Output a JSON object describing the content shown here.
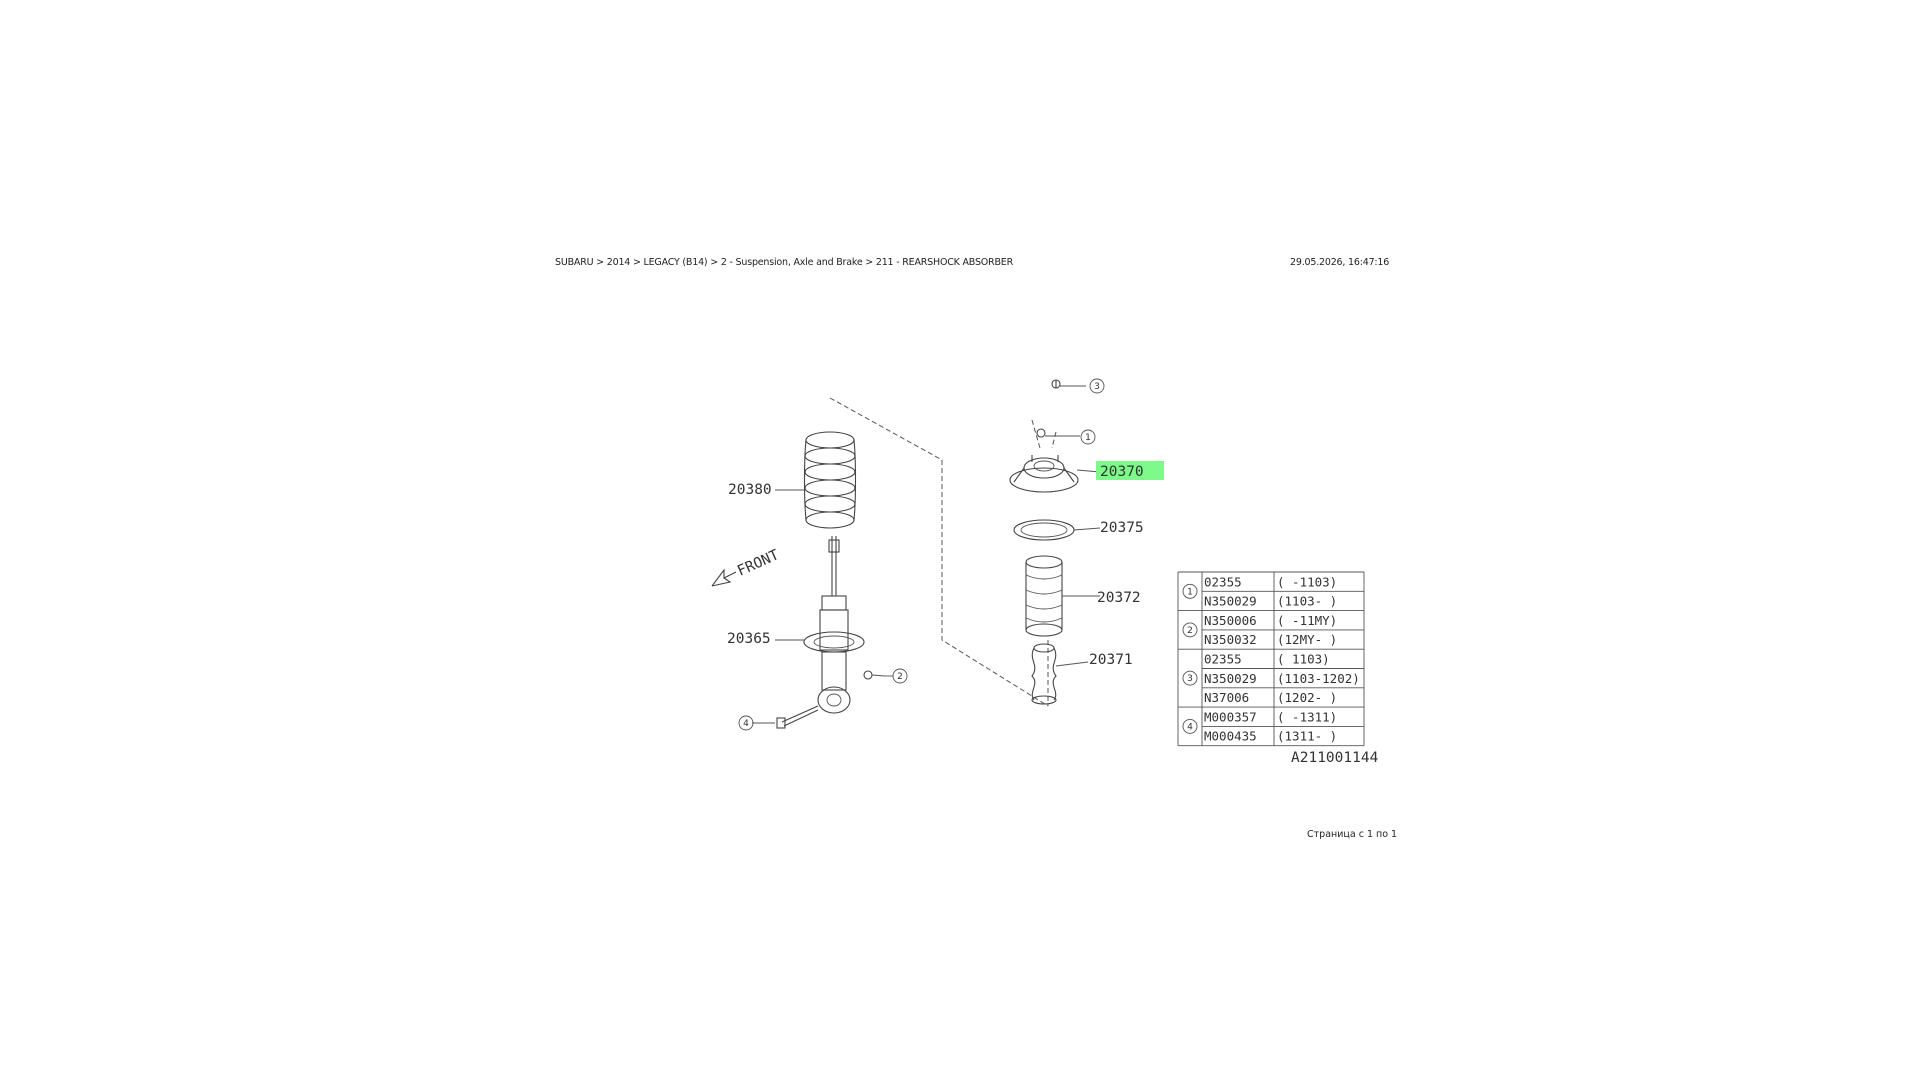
{
  "header": {
    "breadcrumb": "SUBARU > 2014 > LEGACY (B14) > 2 - Suspension, Axle and Brake > 211 - REARSHOCK ABSORBER",
    "timestamp": "29.05.2026, 16:47:16"
  },
  "footer": {
    "page_info": "Страница с 1 по 1"
  },
  "diagram": {
    "front_label": "FRONT",
    "drawing_number": "A211001144",
    "highlight_color": "#7dfa8a",
    "parts": [
      {
        "number": "20380"
      },
      {
        "number": "20365"
      },
      {
        "number": "20370",
        "highlighted": true
      },
      {
        "number": "20375"
      },
      {
        "number": "20372"
      },
      {
        "number": "20371"
      }
    ],
    "callouts": [
      "1",
      "3",
      "2",
      "4"
    ],
    "legend": [
      {
        "ref": "1",
        "rows": [
          {
            "part": "02355",
            "range": "( -1103)"
          },
          {
            "part": "N350029",
            "range": "(1103- )"
          }
        ]
      },
      {
        "ref": "2",
        "rows": [
          {
            "part": "N350006",
            "range": "( -11MY)"
          },
          {
            "part": "N350032",
            "range": "(12MY- )"
          }
        ]
      },
      {
        "ref": "3",
        "rows": [
          {
            "part": "02355",
            "range": "( 1103)"
          },
          {
            "part": "N350029",
            "range": "(1103-1202)"
          },
          {
            "part": "N37006",
            "range": "(1202- )"
          }
        ]
      },
      {
        "ref": "4",
        "rows": [
          {
            "part": "M000357",
            "range": "( -1311)"
          },
          {
            "part": "M000435",
            "range": "(1311- )"
          }
        ]
      }
    ]
  }
}
